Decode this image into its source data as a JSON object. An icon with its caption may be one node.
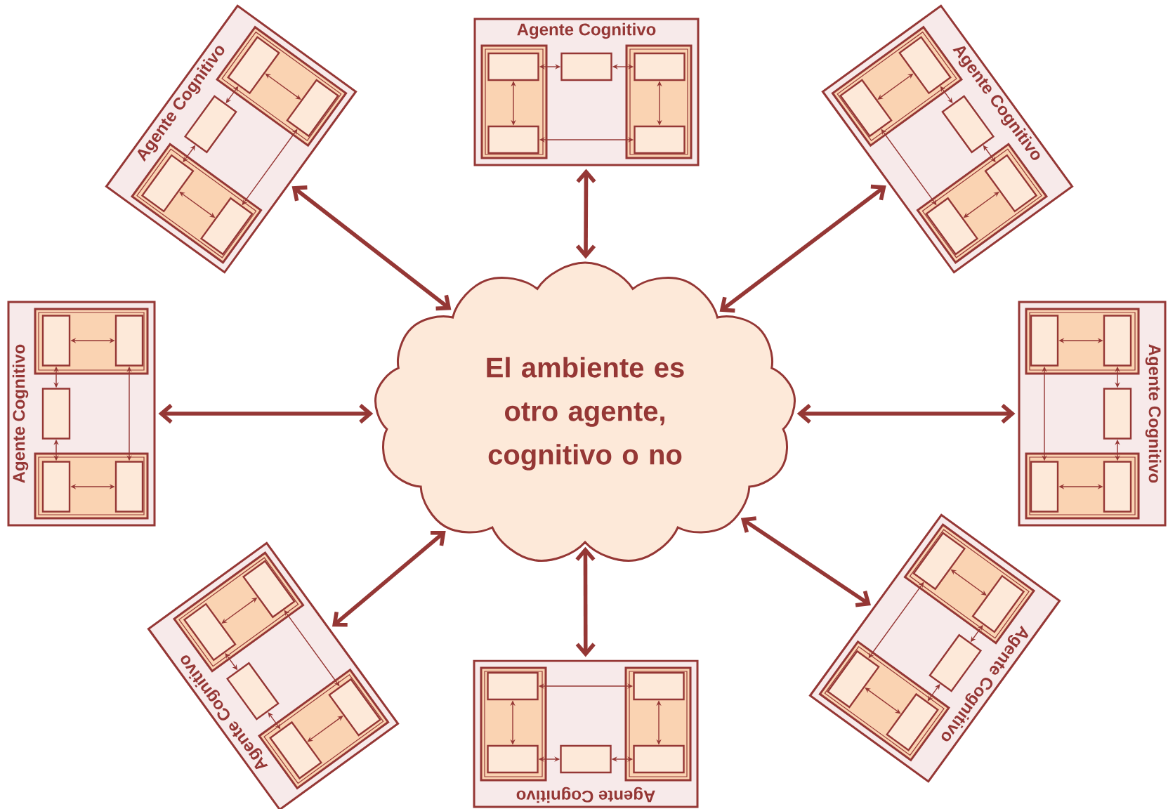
{
  "diagram": {
    "nodes": [
      {
        "text": [
          "Agente Cognitivo"
        ]
      },
      {
        "text": [],
        "shape": "box",
        "in": 0
      },
      {
        "text": [],
        "shape": "box",
        "in": 1
      },
      {
        "text": [],
        "shape": "box",
        "in": 1
      },
      {
        "text": [],
        "shape": "box",
        "in": 0
      },
      {
        "text": [],
        "shape": "box",
        "in": 0
      },
      {
        "text": [],
        "shape": "box",
        "in": 5
      },
      {
        "text": [],
        "shape": "box",
        "in": 5
      },
      {
        "text": [
          "Agente Cognitivo"
        ]
      },
      {
        "text": [],
        "shape": "box",
        "in": 8
      },
      {
        "text": [],
        "shape": "box",
        "in": 9
      },
      {
        "text": [],
        "shape": "box",
        "in": 9
      },
      {
        "text": [],
        "shape": "box",
        "in": 8
      },
      {
        "text": [],
        "shape": "box",
        "in": 8
      },
      {
        "text": [],
        "shape": "box",
        "in": 13
      },
      {
        "text": [],
        "shape": "box",
        "in": 13
      },
      {
        "text": [
          "Agente Cognitivo"
        ]
      },
      {
        "text": [],
        "shape": "box",
        "in": 16
      },
      {
        "text": [],
        "shape": "box",
        "in": 17
      },
      {
        "text": [],
        "shape": "box",
        "in": 17
      },
      {
        "text": [],
        "shape": "box",
        "in": 16
      },
      {
        "text": [],
        "shape": "box",
        "in": 16
      },
      {
        "text": [],
        "shape": "box",
        "in": 21
      },
      {
        "text": [],
        "shape": "box",
        "in": 21
      },
      {
        "text": [
          "Agente Cognitivo"
        ]
      },
      {
        "text": [],
        "shape": "box",
        "in": 24
      },
      {
        "text": [],
        "shape": "box",
        "in": 25
      },
      {
        "text": [],
        "shape": "box",
        "in": 25
      },
      {
        "text": [],
        "shape": "box",
        "in": 24
      },
      {
        "text": [],
        "shape": "box",
        "in": 24
      },
      {
        "text": [],
        "shape": "box",
        "in": 29
      },
      {
        "text": [],
        "shape": "box",
        "in": 29
      },
      {
        "text": [
          "El ambiente es otro agente, cognitivo o no"
        ]
      },
      {
        "text": [
          "Agente Cognitivo"
        ]
      },
      {
        "text": [],
        "shape": "box",
        "in": 33
      },
      {
        "text": [],
        "shape": "box",
        "in": 34
      },
      {
        "text": [],
        "shape": "box",
        "in": 34
      },
      {
        "text": [],
        "shape": "box",
        "in": 33
      },
      {
        "text": [],
        "shape": "box",
        "in": 33
      },
      {
        "text": [],
        "shape": "box",
        "in": 38
      },
      {
        "text": [],
        "shape": "box",
        "in": 38
      },
      {
        "text": [
          "Agente Cognitivo"
        ]
      },
      {
        "text": [],
        "shape": "box",
        "in": 41
      },
      {
        "text": [],
        "shape": "box",
        "in": 42
      },
      {
        "text": [],
        "shape": "box",
        "in": 42
      },
      {
        "text": [],
        "shape": "box",
        "in": 41
      },
      {
        "text": [],
        "shape": "box",
        "in": 41
      },
      {
        "text": [],
        "shape": "box",
        "in": 46
      },
      {
        "text": [],
        "shape": "box",
        "in": 46
      },
      {
        "text": [
          "Agente Cognitivo"
        ]
      },
      {
        "text": [],
        "shape": "box",
        "in": 49
      },
      {
        "text": [],
        "shape": "box",
        "in": 50
      },
      {
        "text": [],
        "shape": "box",
        "in": 50
      },
      {
        "text": [],
        "shape": "box",
        "in": 49
      },
      {
        "text": [],
        "shape": "box",
        "in": 49
      },
      {
        "text": [],
        "shape": "box",
        "in": 54
      },
      {
        "text": [],
        "shape": "box",
        "in": 54
      },
      {
        "text": [
          "Agente Cognitivo"
        ]
      },
      {
        "text": [],
        "shape": "box",
        "in": 57
      },
      {
        "text": [],
        "shape": "box",
        "in": 58
      },
      {
        "text": [],
        "shape": "box",
        "in": 58
      },
      {
        "text": [],
        "shape": "box",
        "in": 57
      },
      {
        "text": [],
        "shape": "box",
        "in": 57
      },
      {
        "text": [],
        "shape": "box",
        "in": 62
      },
      {
        "text": [],
        "shape": "box",
        "in": 62
      }
    ],
    "edges": [
      {
        "from": 2,
        "to": 3,
        "arrow": "both"
      },
      {
        "from": 6,
        "to": 7,
        "arrow": "both"
      },
      {
        "from": 2,
        "to": 4,
        "arrow": "both"
      },
      {
        "from": 4,
        "to": 6,
        "arrow": "both"
      },
      {
        "from": 3,
        "to": 7,
        "arrow": "both"
      },
      {
        "from": 10,
        "to": 11,
        "arrow": "both"
      },
      {
        "from": 14,
        "to": 15,
        "arrow": "both"
      },
      {
        "from": 10,
        "to": 12,
        "arrow": "both"
      },
      {
        "from": 12,
        "to": 14,
        "arrow": "both"
      },
      {
        "from": 11,
        "to": 15,
        "arrow": "both"
      },
      {
        "from": 18,
        "to": 19,
        "arrow": "both"
      },
      {
        "from": 22,
        "to": 23,
        "arrow": "both"
      },
      {
        "from": 18,
        "to": 20,
        "arrow": "both"
      },
      {
        "from": 20,
        "to": 22,
        "arrow": "both"
      },
      {
        "from": 19,
        "to": 23,
        "arrow": "both"
      },
      {
        "from": 26,
        "to": 27,
        "arrow": "both"
      },
      {
        "from": 30,
        "to": 31,
        "arrow": "both"
      },
      {
        "from": 26,
        "to": 28,
        "arrow": "both"
      },
      {
        "from": 28,
        "to": 30,
        "arrow": "both"
      },
      {
        "from": 27,
        "to": 31,
        "arrow": "both"
      },
      {
        "from": 35,
        "to": 36,
        "arrow": "both"
      },
      {
        "from": 39,
        "to": 40,
        "arrow": "both"
      },
      {
        "from": 36,
        "to": 37,
        "arrow": "both"
      },
      {
        "from": 37,
        "to": 40,
        "arrow": "both"
      },
      {
        "from": 35,
        "to": 39,
        "arrow": "both"
      },
      {
        "from": 43,
        "to": 44,
        "arrow": "both"
      },
      {
        "from": 47,
        "to": 48,
        "arrow": "both"
      },
      {
        "from": 43,
        "to": 45,
        "arrow": "both"
      },
      {
        "from": 45,
        "to": 47,
        "arrow": "both"
      },
      {
        "from": 44,
        "to": 48,
        "arrow": "both"
      },
      {
        "from": 51,
        "to": 52,
        "arrow": "both"
      },
      {
        "from": 55,
        "to": 56,
        "arrow": "both"
      },
      {
        "from": 52,
        "to": 53,
        "arrow": "both"
      },
      {
        "from": 53,
        "to": 56,
        "arrow": "both"
      },
      {
        "from": 51,
        "to": 55,
        "arrow": "both"
      },
      {
        "from": 59,
        "to": 60,
        "arrow": "both"
      },
      {
        "from": 63,
        "to": 64,
        "arrow": "both"
      },
      {
        "from": 59,
        "to": 61,
        "arrow": "both"
      },
      {
        "from": 61,
        "to": 63,
        "arrow": "both"
      },
      {
        "from": 60,
        "to": 64,
        "arrow": "both"
      },
      {
        "from": 32,
        "to": 0,
        "arrow": "both",
        "style": "thick"
      },
      {
        "from": 32,
        "to": 8,
        "arrow": "both",
        "style": "thick"
      },
      {
        "from": 32,
        "to": 16,
        "arrow": "both",
        "style": "thick"
      },
      {
        "from": 32,
        "to": 24,
        "arrow": "both",
        "style": "thick"
      },
      {
        "from": 32,
        "to": 33,
        "arrow": "both",
        "style": "thick"
      },
      {
        "from": 32,
        "to": 41,
        "arrow": "both",
        "style": "thick"
      },
      {
        "from": 32,
        "to": 49,
        "arrow": "both",
        "style": "thick"
      },
      {
        "from": 32,
        "to": 57,
        "arrow": "both",
        "style": "thick"
      }
    ]
  }
}
